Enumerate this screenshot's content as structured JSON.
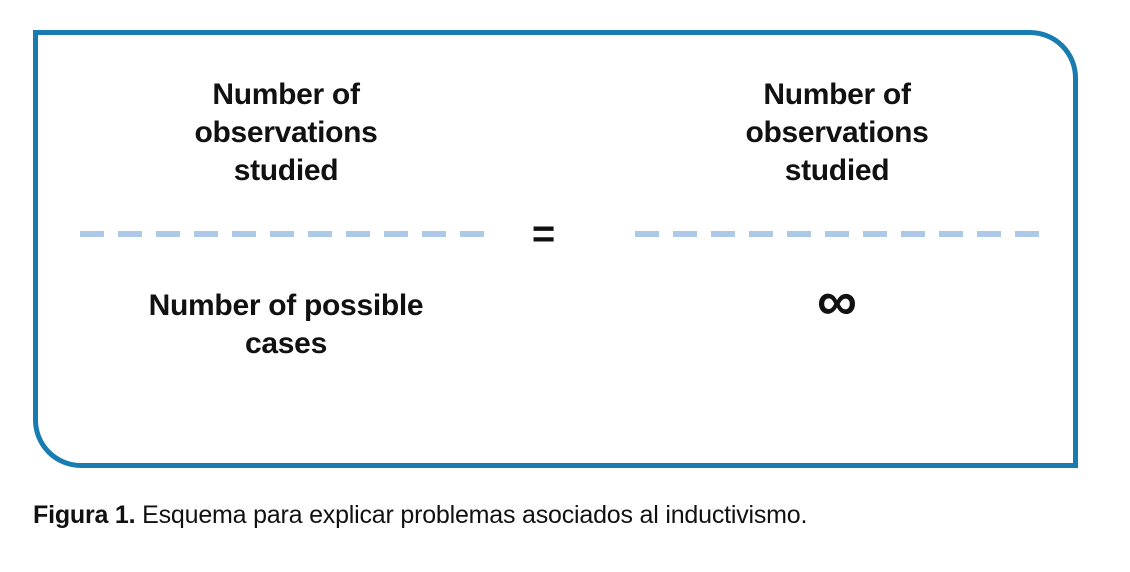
{
  "diagram": {
    "left_fraction": {
      "numerator": "Number of\nobservations\nstudied",
      "denominator": "Number of possible\ncases"
    },
    "equals": "=",
    "right_fraction": {
      "numerator": "Number of\nobservations\nstudied",
      "denominator": "∞"
    }
  },
  "caption": {
    "label": "Figura 1.",
    "text": " Esquema para explicar problemas asociados al inductivismo."
  },
  "colors": {
    "box_border": "#187cb1",
    "fraction_bar": "#adc9e8",
    "text": "#111111"
  }
}
